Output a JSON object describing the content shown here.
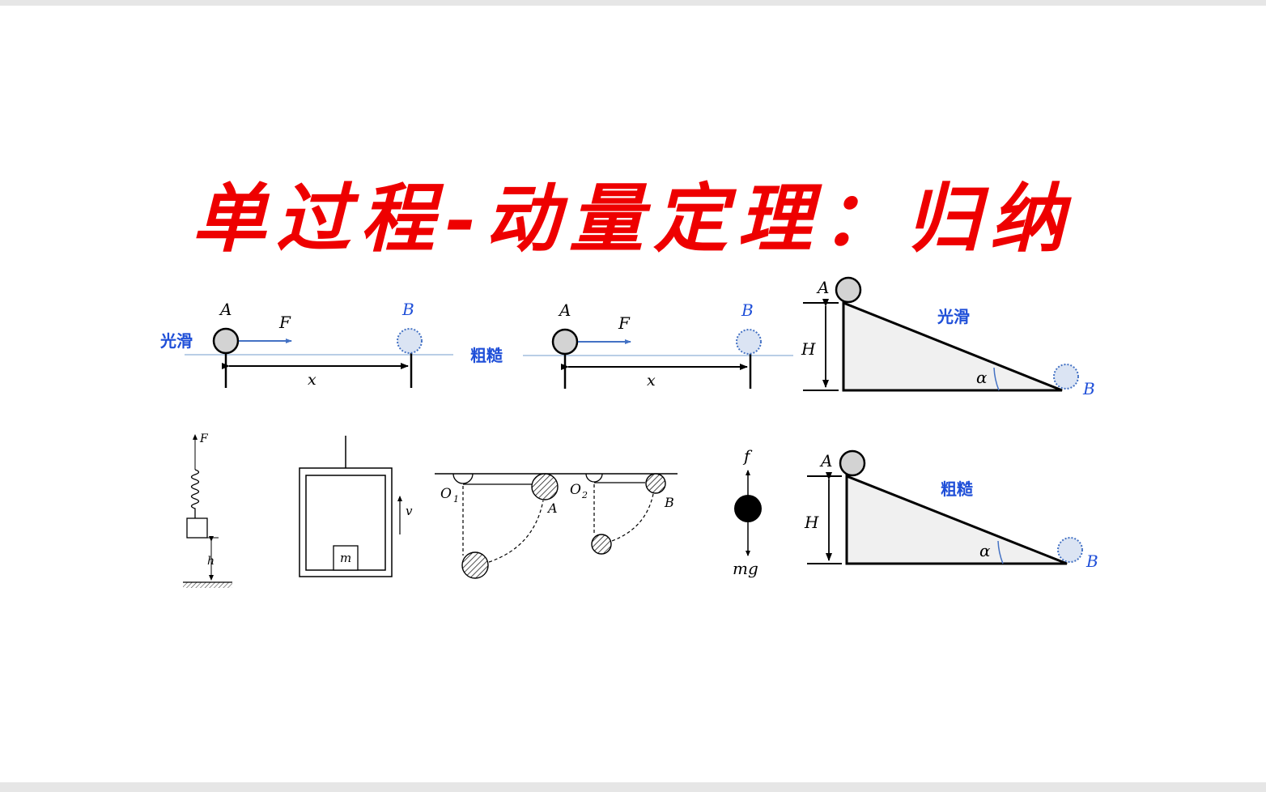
{
  "title": "单过程-动量定理：归纳",
  "colors": {
    "title": "#ee0000",
    "blue_text": "#1f4fd8",
    "ball_fill": "#d3d3d3",
    "ghost_fill": "#dbe4f3",
    "arrow_blue": "#4472c4",
    "surface_line": "#8fb0d8"
  },
  "diagrams": {
    "smooth_horizontal": {
      "surface": "光滑",
      "start": "A",
      "force": "F",
      "end": "B",
      "distance": "x"
    },
    "rough_horizontal": {
      "surface": "粗糙",
      "start": "A",
      "force": "F",
      "end": "B",
      "distance": "x"
    },
    "smooth_incline": {
      "surface": "光滑",
      "start": "A",
      "height": "H",
      "angle": "α",
      "end": "B"
    },
    "spring_block": {
      "force": "F",
      "height": "h"
    },
    "elevator": {
      "mass": "m",
      "velocity": "v"
    },
    "pendulums": {
      "pivot1": "O",
      "pivot1_sub": "1",
      "ball1": "A",
      "pivot2": "O",
      "pivot2_sub": "2",
      "ball2": "B"
    },
    "falling_body": {
      "drag": "f",
      "weight": "mg"
    },
    "rough_incline": {
      "surface": "粗糙",
      "start": "A",
      "height": "H",
      "angle": "α",
      "end": "B"
    }
  }
}
